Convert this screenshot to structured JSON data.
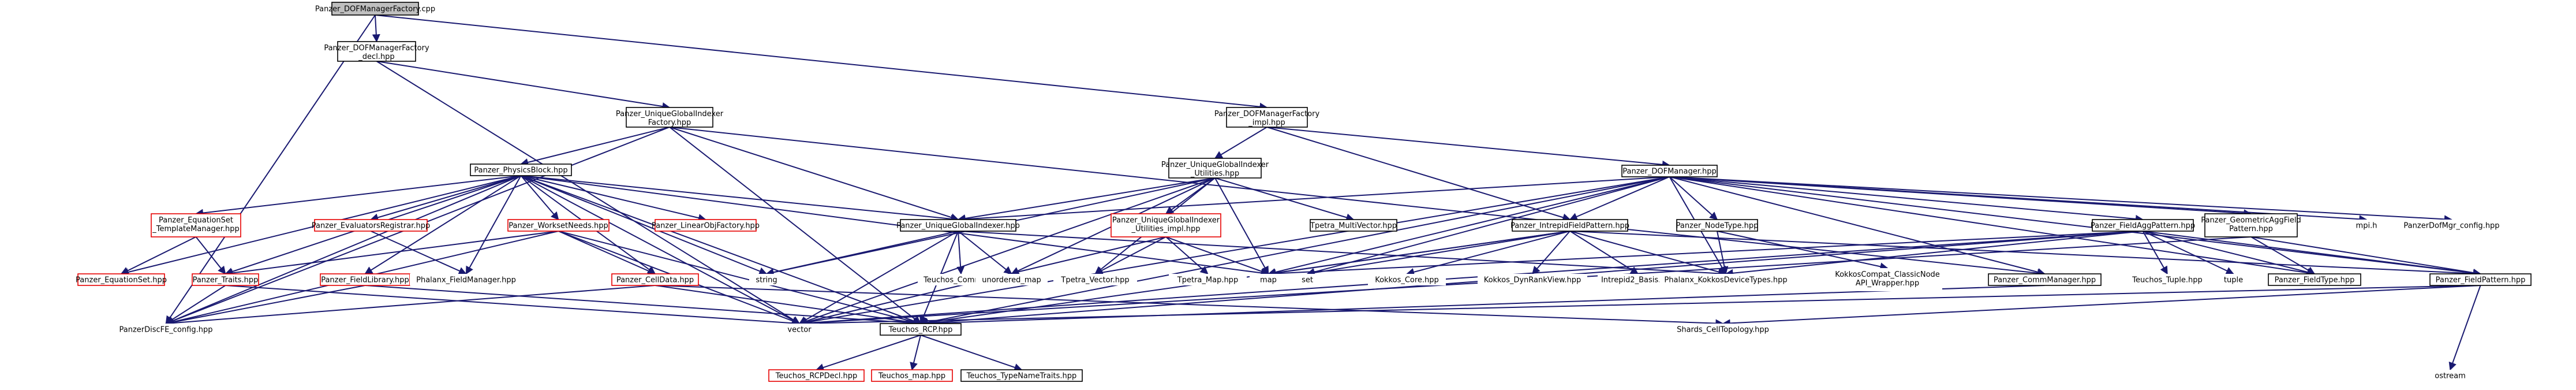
{
  "graph": {
    "root": "Panzer_DOFManagerFactory.cpp",
    "nodes": {
      "root": [
        "Panzer_DOFManagerFactory.cpp"
      ],
      "decl": [
        "Panzer_DOFManagerFactory",
        "_decl.hpp"
      ],
      "ugif": [
        "Panzer_UniqueGlobalIndexer",
        "Factory.hpp"
      ],
      "dmfi": [
        "Panzer_DOFManagerFactory",
        "_impl.hpp"
      ],
      "pb": [
        "Panzer_PhysicsBlock.hpp"
      ],
      "ugiu": [
        "Panzer_UniqueGlobalIndexer",
        "_Utilities.hpp"
      ],
      "dofm": [
        "Panzer_DOFManager.hpp"
      ],
      "estm": [
        "Panzer_EquationSet",
        "_TemplateManager.hpp"
      ],
      "evreg": [
        "Panzer_EvaluatorsRegistrar.hpp"
      ],
      "wsn": [
        "Panzer_WorksetNeeds.hpp"
      ],
      "lof": [
        "Panzer_LinearObjFactory.hpp"
      ],
      "ugi": [
        "Panzer_UniqueGlobalIndexer.hpp"
      ],
      "ugiui": [
        "Panzer_UniqueGlobalIndexer",
        "_Utilities_impl.hpp"
      ],
      "tpmv": [
        "Tpetra_MultiVector.hpp"
      ],
      "ifp": [
        "Panzer_IntrepidFieldPattern.hpp"
      ],
      "ntype": [
        "Panzer_NodeType.hpp"
      ],
      "fap": [
        "Panzer_FieldAggPattern.hpp"
      ],
      "gafp": [
        "Panzer_GeometricAggField",
        "Pattern.hpp"
      ],
      "mpih": [
        "mpi.h"
      ],
      "pdfcfg": [
        "PanzerDofMgr_config.hpp"
      ],
      "eqset": [
        "Panzer_EquationSet.hpp"
      ],
      "traits": [
        "Panzer_Traits.hpp"
      ],
      "flib": [
        "Panzer_FieldLibrary.hpp"
      ],
      "phfm": [
        "Phalanx_FieldManager.hpp"
      ],
      "celld": [
        "Panzer_CellData.hpp"
      ],
      "string": [
        "string"
      ],
      "tcomm": [
        "Teuchos_Comm.hpp"
      ],
      "umap": [
        "unordered_map"
      ],
      "tpvec": [
        "Tpetra_Vector.hpp"
      ],
      "tpmap": [
        "Tpetra_Map.hpp"
      ],
      "map": [
        "map"
      ],
      "set": [
        "set"
      ],
      "kcore": [
        "Kokkos_Core.hpp"
      ],
      "kdrv": [
        "Kokkos_DynRankView.hpp"
      ],
      "i2b": [
        "Intrepid2_Basis.hpp"
      ],
      "phkdt": [
        "Phalanx_KokkosDeviceTypes.hpp"
      ],
      "kcompat": [
        "KokkosCompat_ClassicNode",
        "API_Wrapper.hpp"
      ],
      "cmgr": [
        "Panzer_CommManager.hpp"
      ],
      "ttuple": [
        "Teuchos_Tuple.hpp"
      ],
      "tuple": [
        "tuple"
      ],
      "ftype": [
        "Panzer_FieldType.hpp"
      ],
      "fpat": [
        "Panzer_FieldPattern.hpp"
      ],
      "pdfe": [
        "PanzerDiscFE_config.hpp"
      ],
      "vector": [
        "vector"
      ],
      "trcp": [
        "Teuchos_RCP.hpp"
      ],
      "shards": [
        "Shards_CellTopology.hpp"
      ],
      "ostream": [
        "ostream"
      ],
      "rcpdecl": [
        "Teuchos_RCPDecl.hpp"
      ],
      "tmap": [
        "Teuchos_map.hpp"
      ],
      "ttnt": [
        "Teuchos_TypeNameTraits.hpp"
      ]
    }
  }
}
